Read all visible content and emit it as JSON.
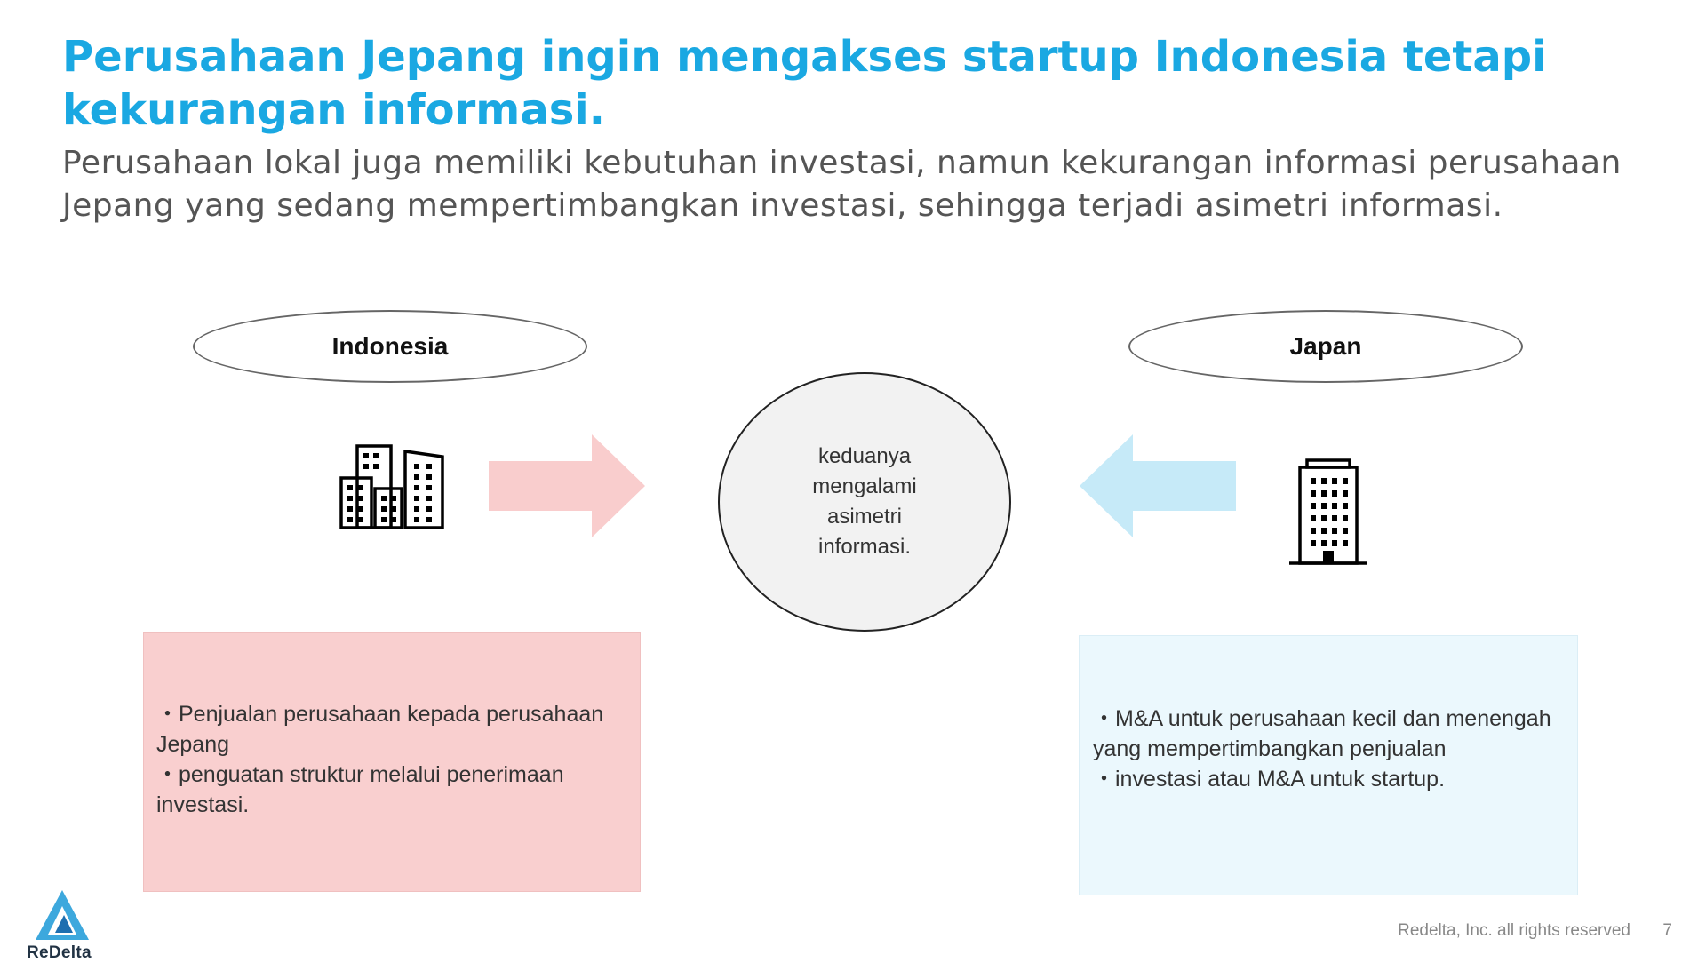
{
  "slide": {
    "title": "Perusahaan Jepang ingin mengakses startup Indonesia tetapi kekurangan informasi.",
    "subtitle": "Perusahaan lokal juga memiliki kebutuhan investasi, namun kekurangan informasi perusahaan Jepang yang sedang mempertimbangkan investasi, sehingga terjadi asimetri informasi."
  },
  "left": {
    "label": "Indonesia",
    "icon": "buildings-icon",
    "arrow_color": "#f9cdcd",
    "box_color": "#f9cfcf",
    "box_text": "・Penjualan perusahaan kepada perusahaan Jepang\n・penguatan struktur melalui penerimaan investasi."
  },
  "center": {
    "text": "keduanya mengalami asimetri informasi."
  },
  "right": {
    "label": "Japan",
    "icon": "office-building-icon",
    "arrow_color": "#c6eaf8",
    "box_color": "#ebf8fd",
    "box_text": "・M&A untuk perusahaan kecil dan menengah yang mempertimbangkan penjualan\n・investasi atau M&A untuk startup."
  },
  "footer": {
    "logo_text": "ReDelta",
    "copyright": "Redelta, Inc. all rights reserved",
    "page_number": "7"
  },
  "colors": {
    "title": "#1aa8e2",
    "subtitle": "#555555"
  }
}
